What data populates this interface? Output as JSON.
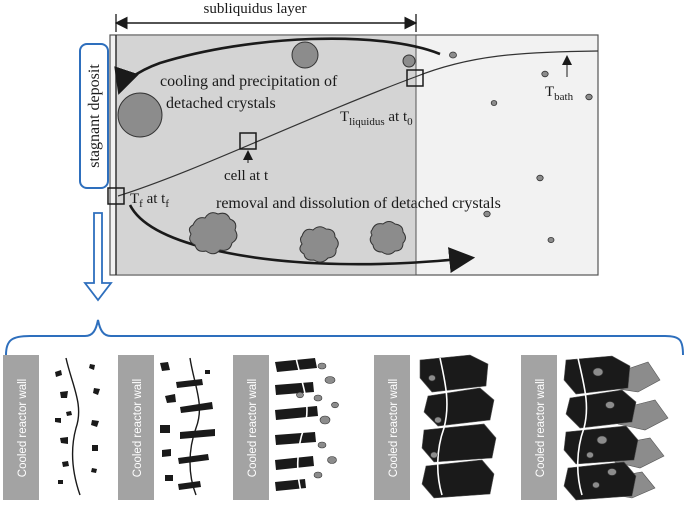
{
  "top_labels": {
    "subliquidus_layer": "subliquidus layer",
    "stagnant_deposit": "stagnant deposit",
    "cooling_line1": "cooling and precipitation of",
    "cooling_line2": "detached crystals",
    "removal": "removal and dissolution of detached crystals",
    "cell_at_t": "cell at t",
    "t_liquidus_T": "T",
    "t_liquidus_sub": "liquidus",
    "t_liquidus_at": " at t",
    "t_liquidus_time_sub": "0",
    "t_bath_T": "T",
    "t_bath_sub": "bath",
    "tf_T": "T",
    "tf_sub": "f",
    "tf_at": " at t",
    "tf_time_sub": "f"
  },
  "stages": [
    {
      "wall_label": "Cooled reactor wall"
    },
    {
      "wall_label": "Cooled reactor wall"
    },
    {
      "wall_label": "Cooled reactor wall"
    },
    {
      "wall_label": "Cooled reactor wall"
    },
    {
      "wall_label": "Cooled reactor wall"
    }
  ],
  "colors": {
    "subliquidus_fill": "#d4d4d4",
    "bath_fill": "#f2f2f2",
    "crystal_gray": "#8c8c8c",
    "dark_crystal": "#1a1a1a",
    "accent_blue": "#2e6fbd",
    "wall_bar": "#a3a3a3"
  }
}
